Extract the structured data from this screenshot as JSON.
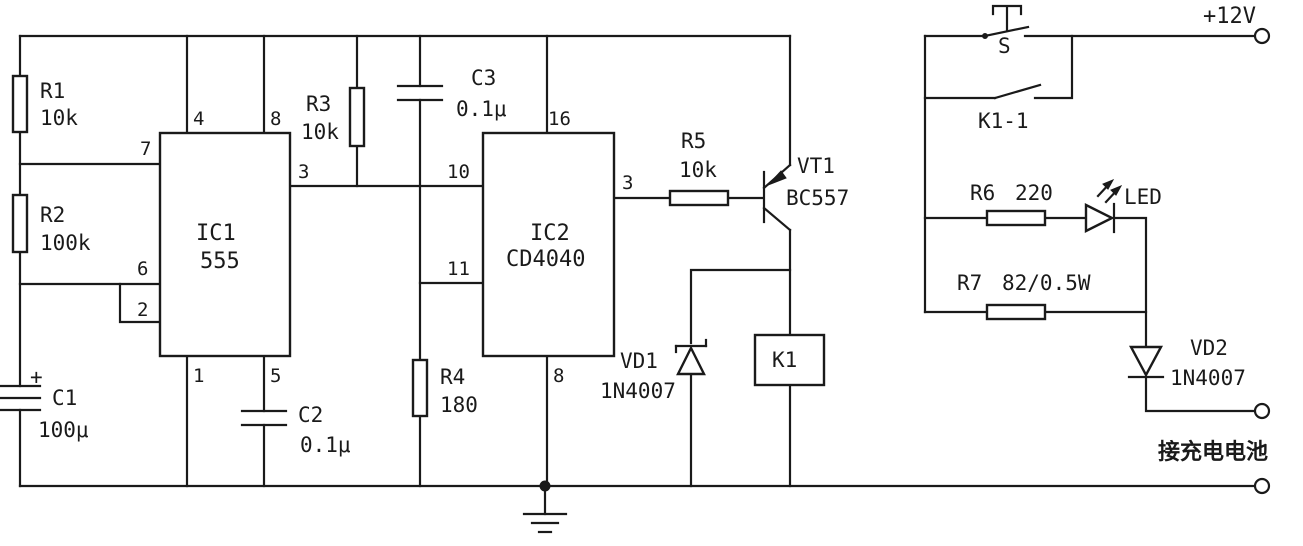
{
  "supply": {
    "label": "+12V"
  },
  "output": {
    "label": "接充电电池"
  },
  "ic1": {
    "name": "IC1",
    "part": "555",
    "pins": {
      "p1": "1",
      "p2": "2",
      "p3": "3",
      "p4": "4",
      "p5": "5",
      "p6": "6",
      "p7": "7",
      "p8": "8"
    }
  },
  "ic2": {
    "name": "IC2",
    "part": "CD4040",
    "pins": {
      "p3": "3",
      "p8": "8",
      "p10": "10",
      "p11": "11",
      "p16": "16"
    }
  },
  "r1": {
    "ref": "R1",
    "value": "10k"
  },
  "r2": {
    "ref": "R2",
    "value": "100k"
  },
  "r3": {
    "ref": "R3",
    "value": "10k"
  },
  "r4": {
    "ref": "R4",
    "value": "180"
  },
  "r5": {
    "ref": "R5",
    "value": "10k"
  },
  "r6": {
    "ref": "R6",
    "value": "220"
  },
  "r7": {
    "ref": "R7",
    "value": "82/0.5W"
  },
  "c1": {
    "ref": "C1",
    "value": "100μ",
    "polarity": "+"
  },
  "c2": {
    "ref": "C2",
    "value": "0.1μ"
  },
  "c3": {
    "ref": "C3",
    "value": "0.1μ"
  },
  "vt1": {
    "ref": "VT1",
    "part": "BC557"
  },
  "vd1": {
    "ref": "VD1",
    "part": "1N4007"
  },
  "vd2": {
    "ref": "VD2",
    "part": "1N4007"
  },
  "k1": {
    "ref": "K1",
    "contact": "K1-1"
  },
  "switch": {
    "ref": "S"
  },
  "led": {
    "ref": "LED"
  }
}
